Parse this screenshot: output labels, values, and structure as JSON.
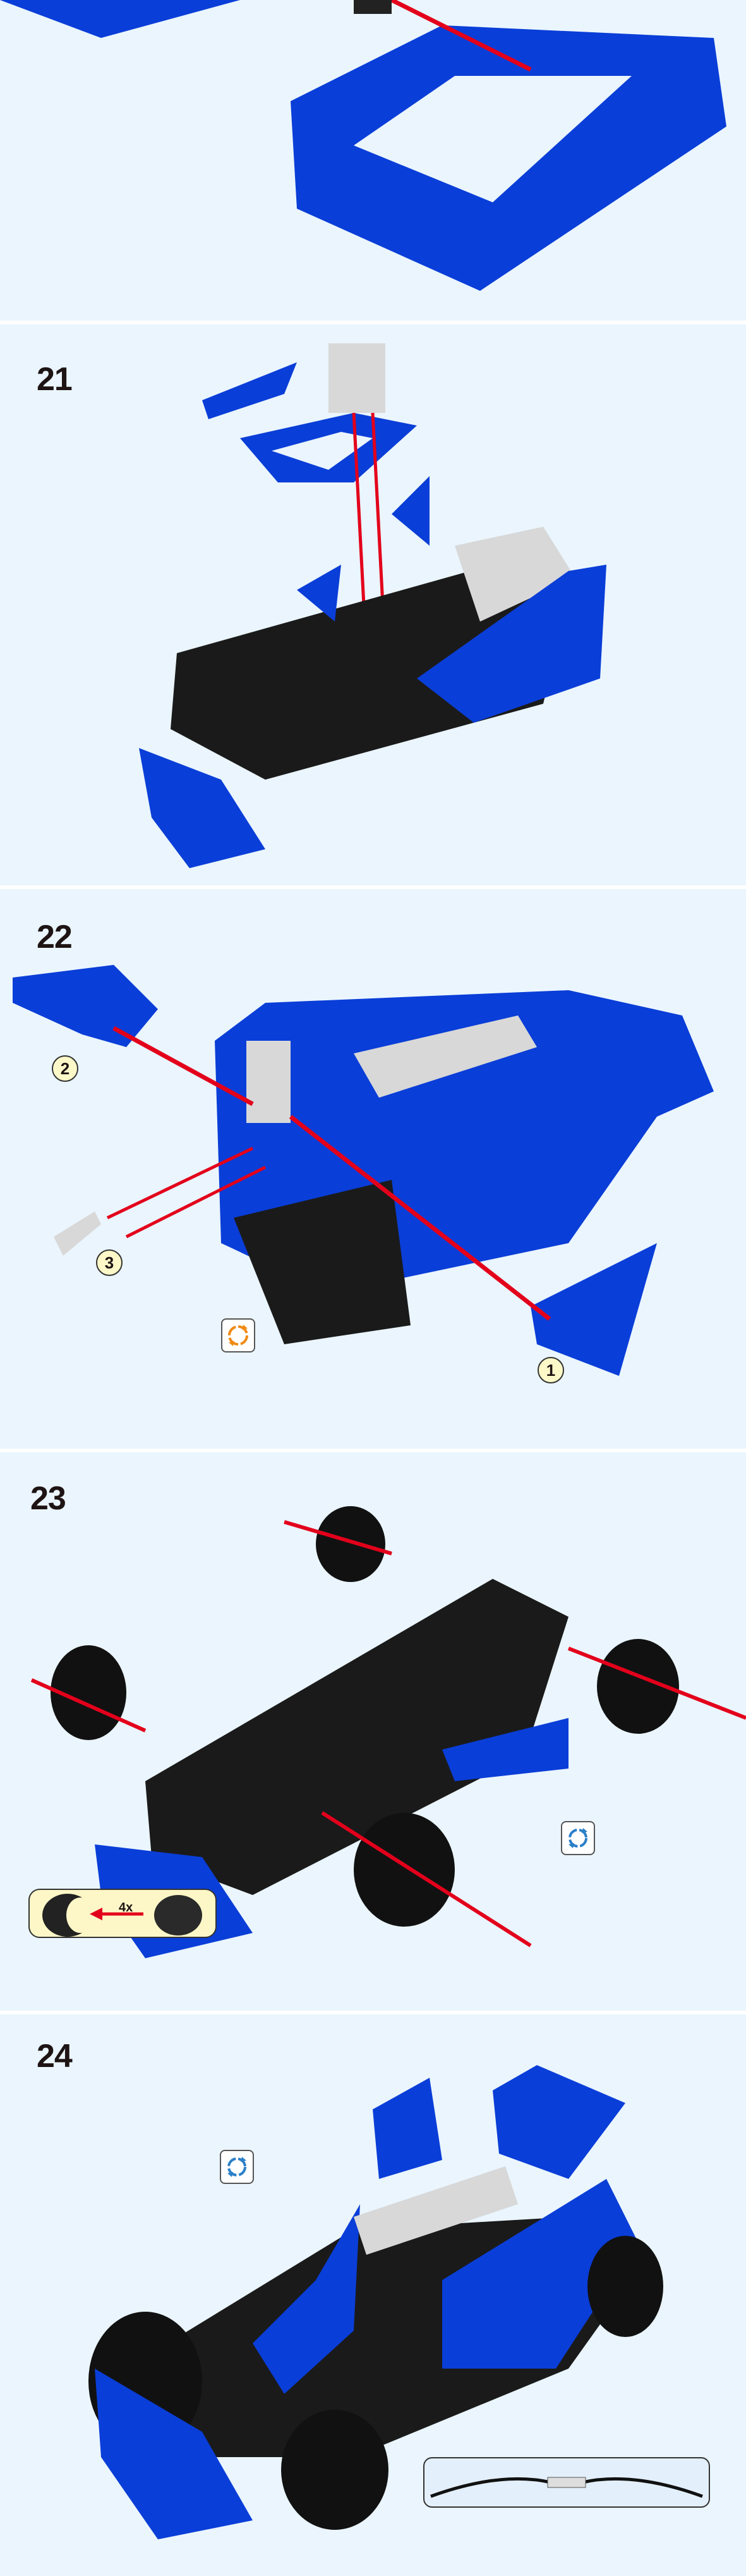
{
  "steps": [
    {
      "number": "21"
    },
    {
      "number": "22",
      "callouts": [
        "1",
        "2",
        "3"
      ]
    },
    {
      "number": "23",
      "subassembly_quantity": "4x"
    },
    {
      "number": "24"
    }
  ],
  "icons": {
    "rotate": "rotate-model-icon"
  },
  "colors": {
    "background": "#eaf5fd",
    "part_blue": "#0a3ed8",
    "arrow_red": "#e3001b",
    "callout_yellow": "#fdf8c8",
    "rotate_orange": "#f08a12",
    "rotate_blue": "#2a7fc8"
  }
}
